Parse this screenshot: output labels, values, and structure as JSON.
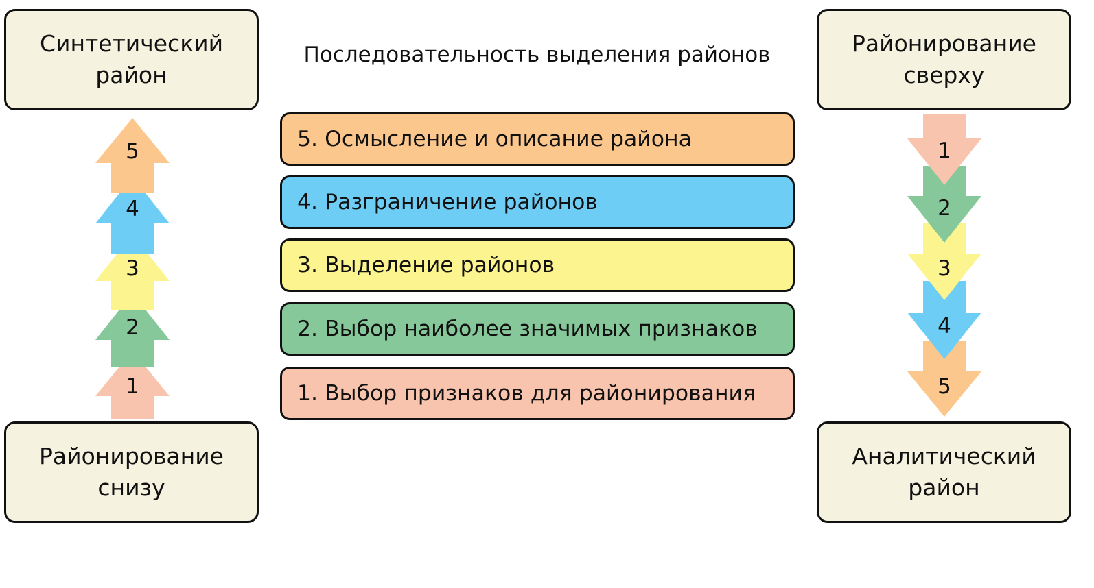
{
  "title": "Последовательность выделения районов",
  "corners": {
    "top_left": [
      "Синтетический",
      "район"
    ],
    "bottom_left": [
      "Районирование",
      "снизу"
    ],
    "top_right": [
      "Районирование",
      "сверху"
    ],
    "bottom_right": [
      "Аналитический",
      "район"
    ]
  },
  "steps": [
    {
      "label": "1. Выбор признаков для районирования",
      "color": "#f8c4ad"
    },
    {
      "label": "2. Выбор наиболее значимых признаков",
      "color": "#86c89a"
    },
    {
      "label": "3. Выделение районов",
      "color": "#fcf58f"
    },
    {
      "label": "4. Разграничение районов",
      "color": "#6dcdf5"
    },
    {
      "label": "5. Осмысление и описание района",
      "color": "#fbc78d"
    }
  ],
  "arrows": {
    "left": {
      "direction": "up",
      "numbers": [
        "1",
        "2",
        "3",
        "4",
        "5"
      ]
    },
    "right": {
      "direction": "down",
      "numbers": [
        "1",
        "2",
        "3",
        "4",
        "5"
      ]
    }
  }
}
